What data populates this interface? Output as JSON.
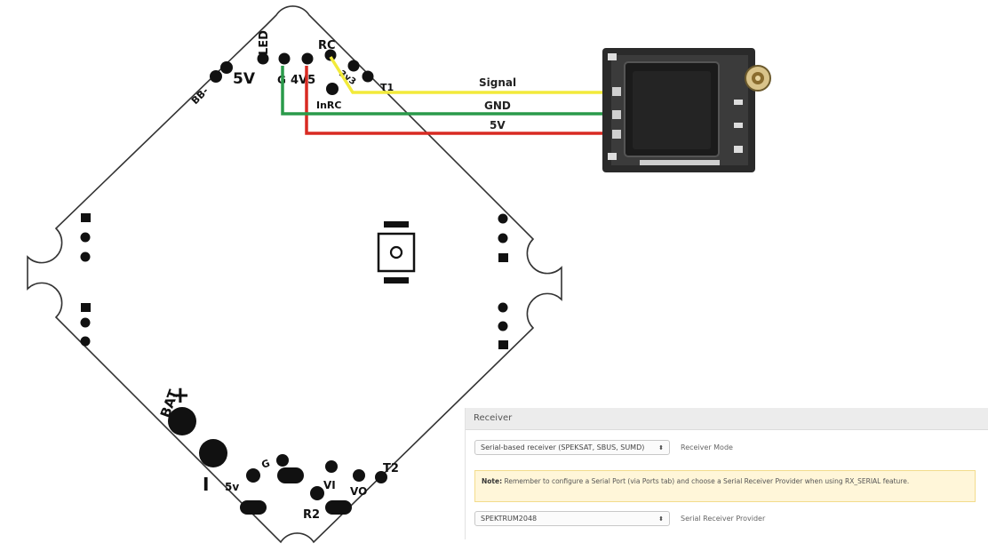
{
  "pcb": {
    "labels": {
      "led": "LED",
      "five_v_top": "5V",
      "rc": "RC",
      "g": "G",
      "four_v5": "4V5",
      "three_v3": "3v3",
      "inrc": "InRC",
      "t1": "T1",
      "bb": "BB-",
      "bat": "BAT",
      "plus": "+",
      "minus": "I",
      "five_v_bottom": "5v",
      "g_bottom": "G",
      "vi": "VI",
      "vo": "VO",
      "t2": "T2",
      "r2": "R2"
    }
  },
  "wires": {
    "signal": {
      "label": "Signal",
      "color": "#f2ea3a"
    },
    "gnd": {
      "label": "GND",
      "color": "#2a9a4a"
    },
    "power": {
      "label": "5V",
      "color": "#d82a22"
    }
  },
  "configurator": {
    "header": "Receiver",
    "receiver_mode_value": "Serial-based receiver (SPEKSAT, SBUS, SUMD)",
    "receiver_mode_label": "Receiver Mode",
    "note_bold": "Note:",
    "note_text": " Remember to configure a Serial Port (via Ports tab) and choose a Serial Receiver Provider when using RX_SERIAL feature.",
    "provider_value": "SPEKTRUM2048",
    "provider_label": "Serial Receiver Provider"
  }
}
